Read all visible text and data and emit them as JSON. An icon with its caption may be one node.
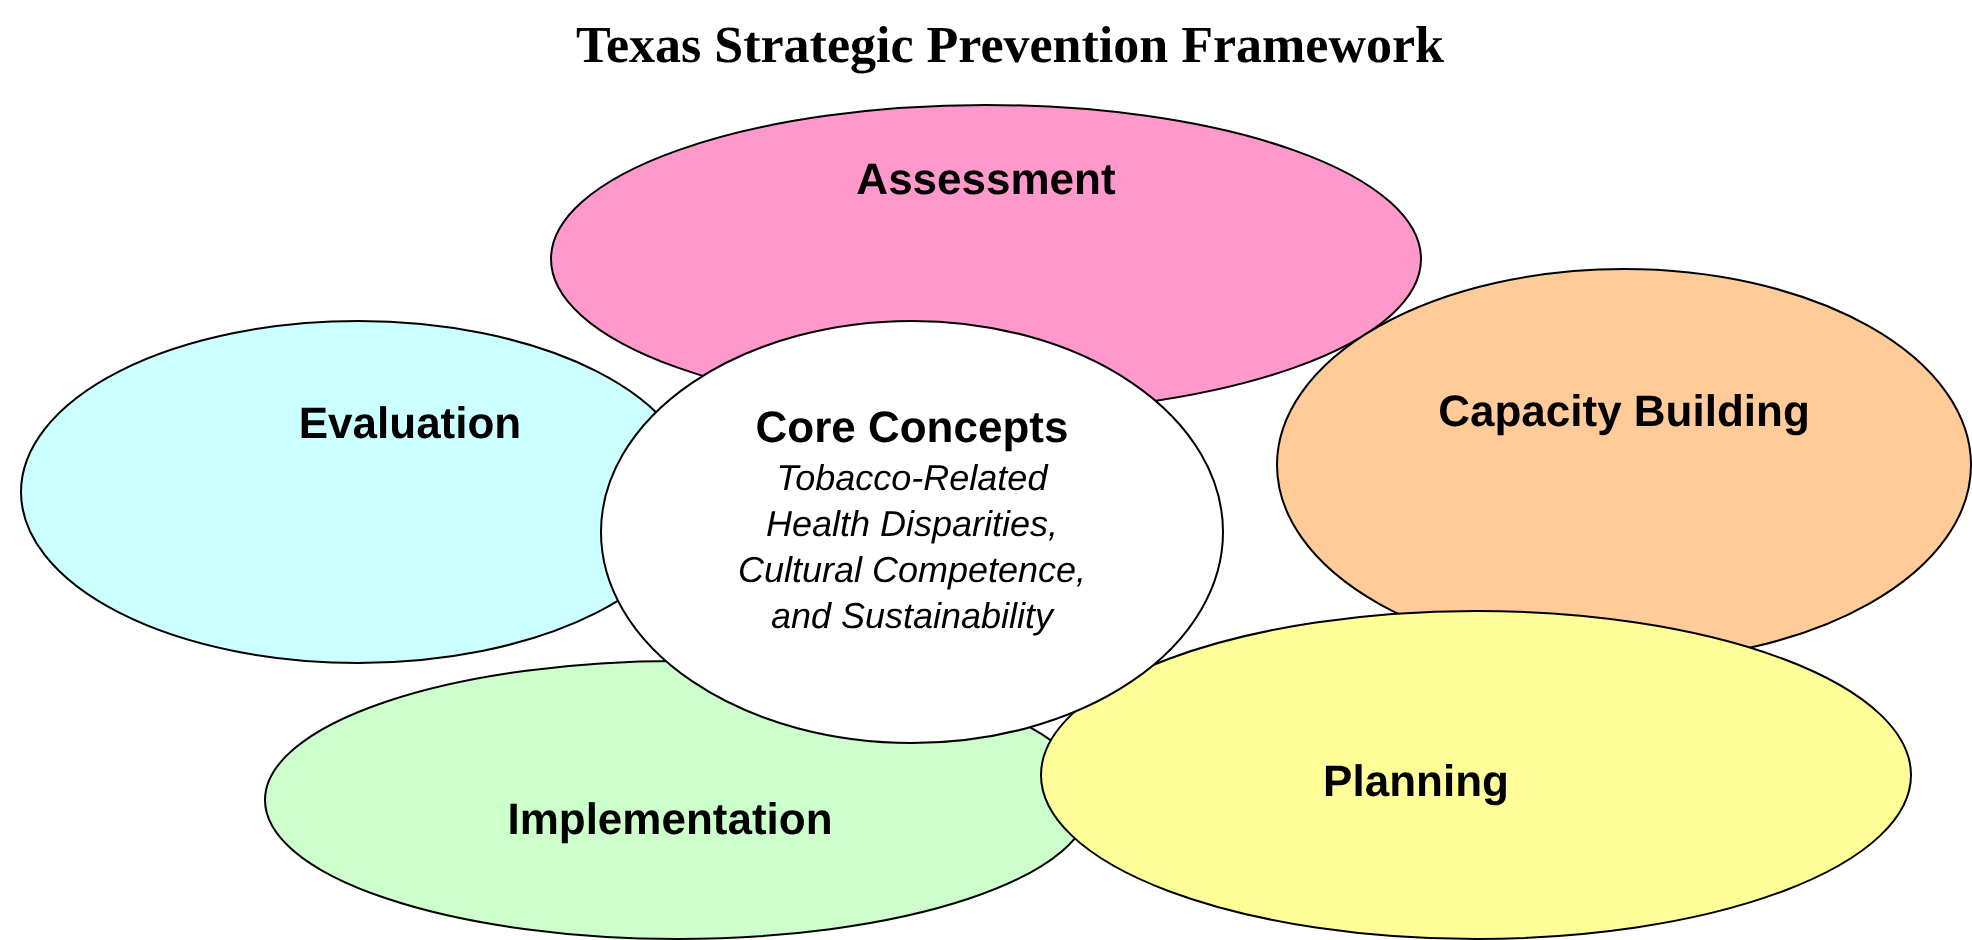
{
  "diagram": {
    "title": "Texas Strategic Prevention Framework",
    "nodes": [
      {
        "text": [
          "Assessment"
        ]
      },
      {
        "text": [
          "Capacity Building"
        ]
      },
      {
        "text": [
          "Evaluation"
        ]
      },
      {
        "text": [
          "Implementation"
        ]
      },
      {
        "text": [
          "Planning"
        ]
      },
      {
        "text": [
          "Core Concepts",
          "Tobacco-Related Health Disparities, Cultural Competence, and Sustainability"
        ]
      }
    ]
  }
}
